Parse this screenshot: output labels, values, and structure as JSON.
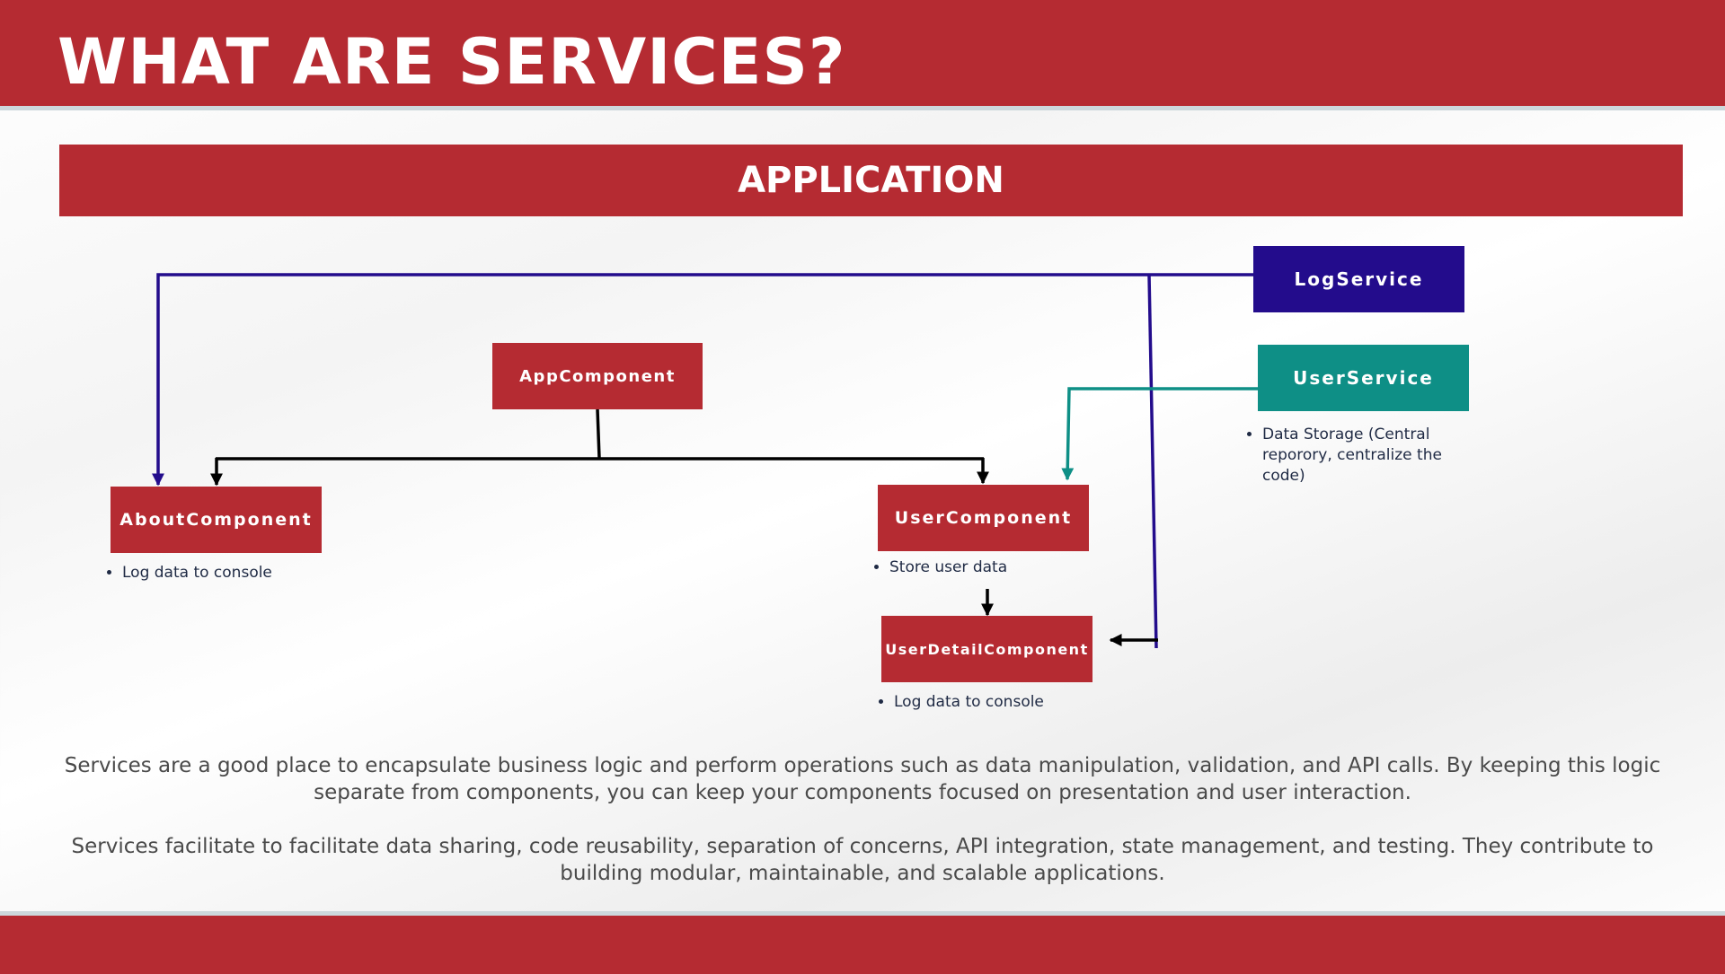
{
  "header": {
    "title": "WHAT ARE SERVICES?"
  },
  "banner": {
    "label": "APPLICATION"
  },
  "diagram": {
    "nodes": {
      "log_service": "LogService",
      "user_service": "UserService",
      "app_component": "AppComponent",
      "about_component": "AboutComponent",
      "user_component": "UserComponent",
      "user_detail_component": "UserDetailComponent"
    },
    "notes": {
      "user_service": "Data Storage (Central reporory, centralize the code)",
      "about_component": "Log data to console",
      "user_component": "Store user data",
      "user_detail_component": "Log data to console"
    }
  },
  "body": {
    "paragraph1": "Services are a good place to encapsulate business logic and perform operations such as data manipulation, validation, and API calls. By keeping this logic separate from components, you can keep your components focused on presentation and user interaction.",
    "paragraph2": "Services facilitate to  facilitate data sharing, code reusability, separation of concerns, API integration, state management, and testing. They contribute to building modular, maintainable, and scalable applications."
  },
  "colors": {
    "brand_red": "#b52b32",
    "log_service": "#230c8c",
    "user_service": "#0e8f86",
    "tree_line": "#000000"
  }
}
